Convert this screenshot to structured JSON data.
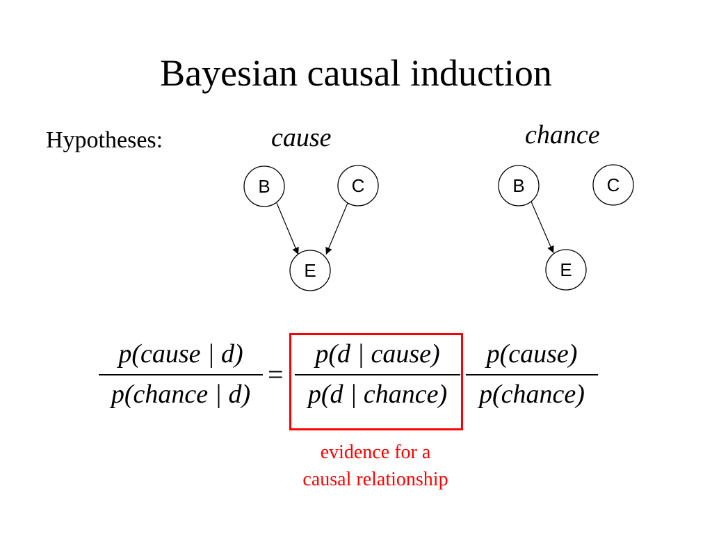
{
  "slide": {
    "title": "Bayesian causal induction",
    "hypotheses_label": "Hypotheses:"
  },
  "hypotheses": {
    "cause": {
      "label": "cause",
      "nodes": [
        "B",
        "C",
        "E"
      ],
      "edges": [
        [
          "B",
          "E"
        ],
        [
          "C",
          "E"
        ]
      ]
    },
    "chance": {
      "label": "chance",
      "nodes": [
        "B",
        "C",
        "E"
      ],
      "edges": [
        [
          "B",
          "E"
        ]
      ]
    }
  },
  "equation": {
    "lhs": {
      "numerator": "p(cause | d)",
      "denominator": "p(chance | d)"
    },
    "equals": "=",
    "likelihood": {
      "numerator": "p(d | cause)",
      "denominator": "p(d | chance)"
    },
    "prior": {
      "numerator": "p(cause)",
      "denominator": "p(chance)"
    }
  },
  "annotation": {
    "line1": "evidence for a",
    "line2": "causal relationship",
    "color": "#ff0000"
  }
}
